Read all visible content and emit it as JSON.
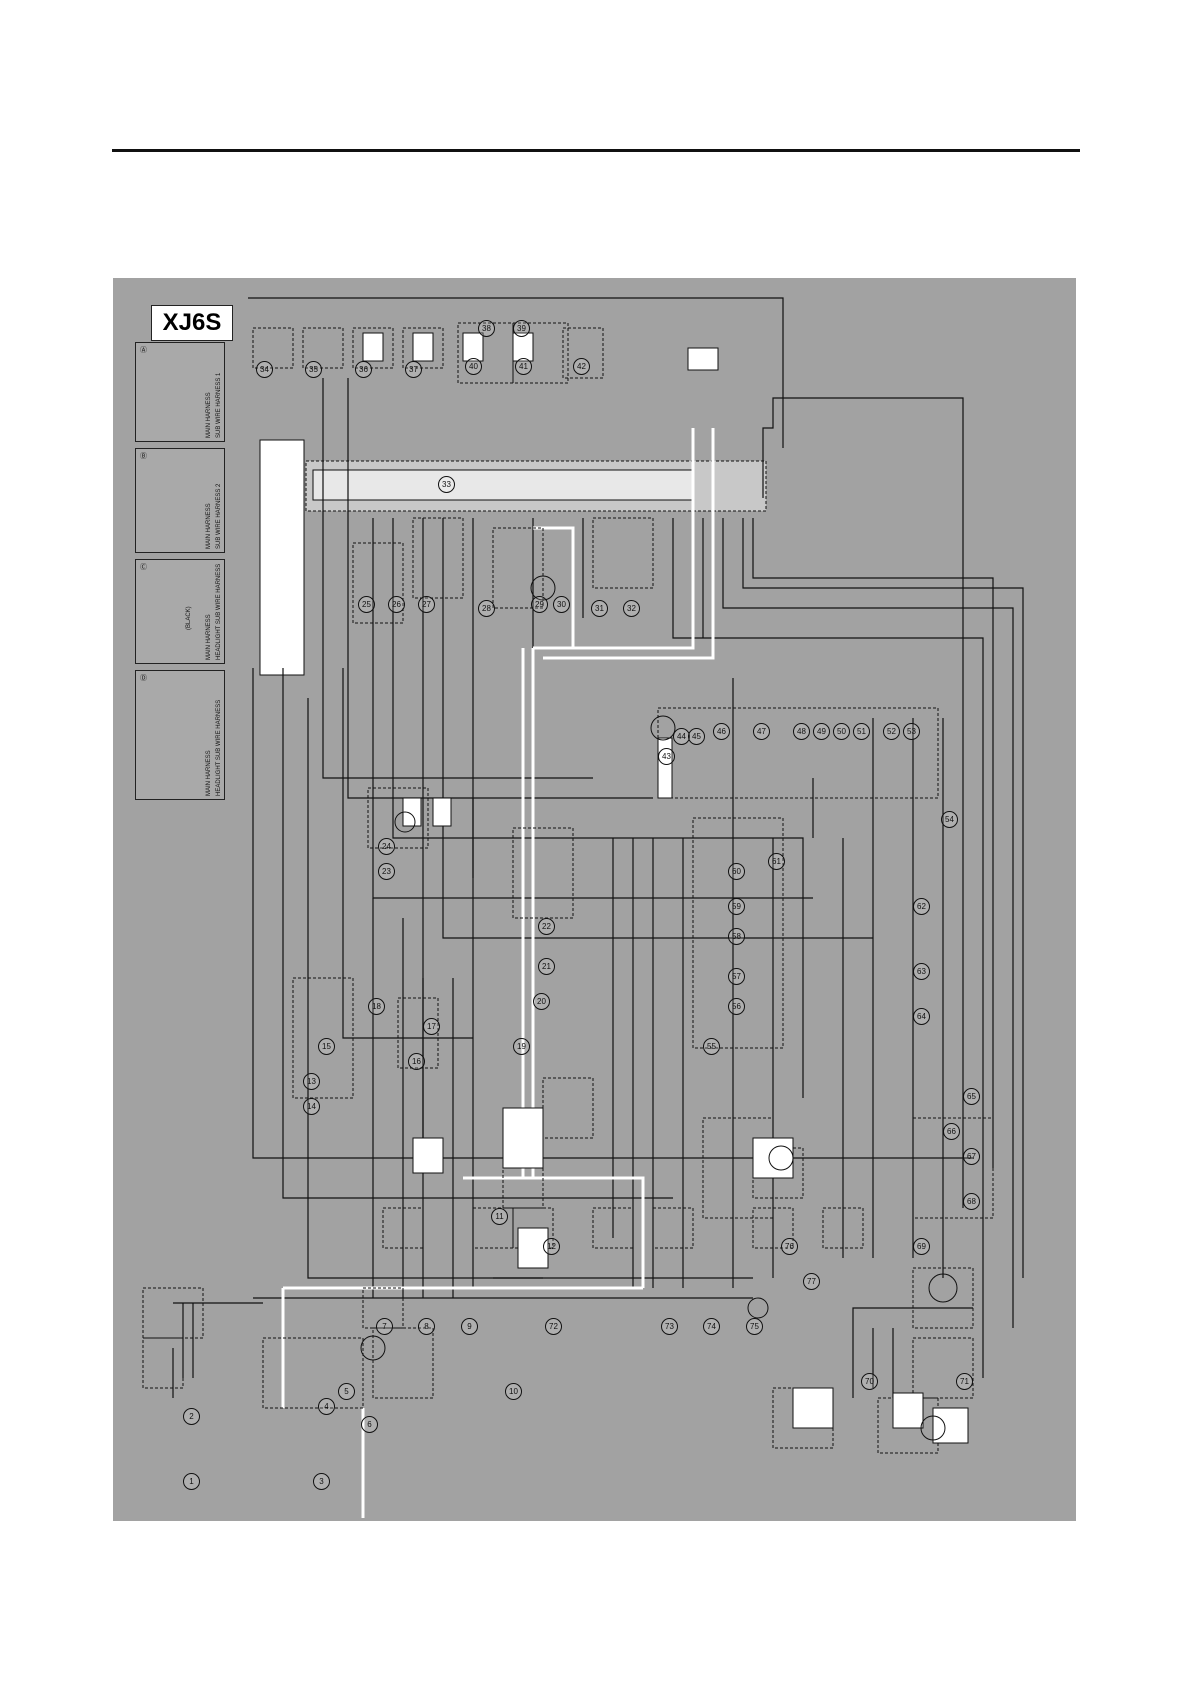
{
  "model_badge": "XJ6S",
  "legend": [
    {
      "marker": "Ⓐ",
      "left_label": "MAIN HARNESS",
      "right_label": "SUB WIRE HARNESS 1"
    },
    {
      "marker": "Ⓑ",
      "left_label": "MAIN HARNESS",
      "right_label": "SUB WIRE HARNESS 2"
    },
    {
      "marker": "Ⓒ",
      "left_label": "MAIN HARNESS",
      "right_label": "HEADLIGHT SUB WIRE HARNESS"
    },
    {
      "marker": "Ⓓ",
      "left_label": "MAIN HARNESS",
      "right_label": "HEADLIGHT SUB WIRE HARNESS"
    }
  ],
  "legend_note": "(BLACK)",
  "colors": {
    "page": "#ffffff",
    "panel": "#a2a2a2",
    "wire": "#111111",
    "highlight_wire": "#ffffff"
  },
  "components": [
    "1",
    "2",
    "3",
    "4",
    "5",
    "6",
    "7",
    "8",
    "9",
    "10",
    "11",
    "12",
    "13",
    "14",
    "15",
    "16",
    "17",
    "18",
    "19",
    "20",
    "21",
    "22",
    "23",
    "24",
    "25",
    "26",
    "27",
    "28",
    "29",
    "30",
    "31",
    "32",
    "33",
    "34",
    "35",
    "36",
    "37",
    "38",
    "39",
    "40",
    "41",
    "42",
    "43",
    "44",
    "45",
    "46",
    "47",
    "48",
    "49",
    "50",
    "51",
    "52",
    "53",
    "54",
    "55",
    "56",
    "57",
    "58",
    "59",
    "60",
    "61",
    "62",
    "63",
    "64",
    "65",
    "66",
    "67",
    "68",
    "69",
    "70",
    "71",
    "72",
    "73",
    "74",
    "75",
    "76",
    "77"
  ]
}
